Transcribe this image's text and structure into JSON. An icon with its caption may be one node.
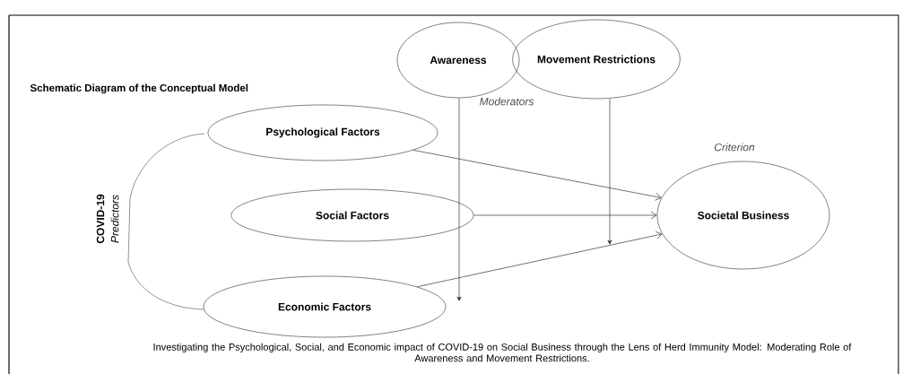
{
  "diagram": {
    "title": "Schematic Diagram of the Conceptual Model",
    "caption": "Investigating the Psychological, Social, and Economic impact of COVID-19 on Social Business through the Lens of Herd Immunity Model: Moderating Role of Awareness and Movement Restrictions.",
    "nodes": [
      {
        "text": [
          "Awareness"
        ]
      },
      {
        "text": [
          "Movement Restrictions"
        ]
      },
      {
        "text": [
          "Psychological Factors"
        ]
      },
      {
        "text": [
          "Social Factors"
        ]
      },
      {
        "text": [
          "Economic Factors"
        ]
      },
      {
        "text": [
          "Societal Business"
        ],
        "beside": [
          "Criterion"
        ]
      }
    ],
    "edges": [
      {
        "from": 2,
        "to": 5,
        "arrow": "to"
      },
      {
        "from": 3,
        "to": 5,
        "arrow": "to"
      },
      {
        "from": 4,
        "to": 5,
        "arrow": "to"
      },
      {
        "from": 0,
        "to": null,
        "arrow": "to"
      },
      {
        "from": 1,
        "to": null,
        "arrow": "to"
      }
    ],
    "labels": [
      "Moderators",
      "COVID-19",
      "Predictors"
    ]
  }
}
